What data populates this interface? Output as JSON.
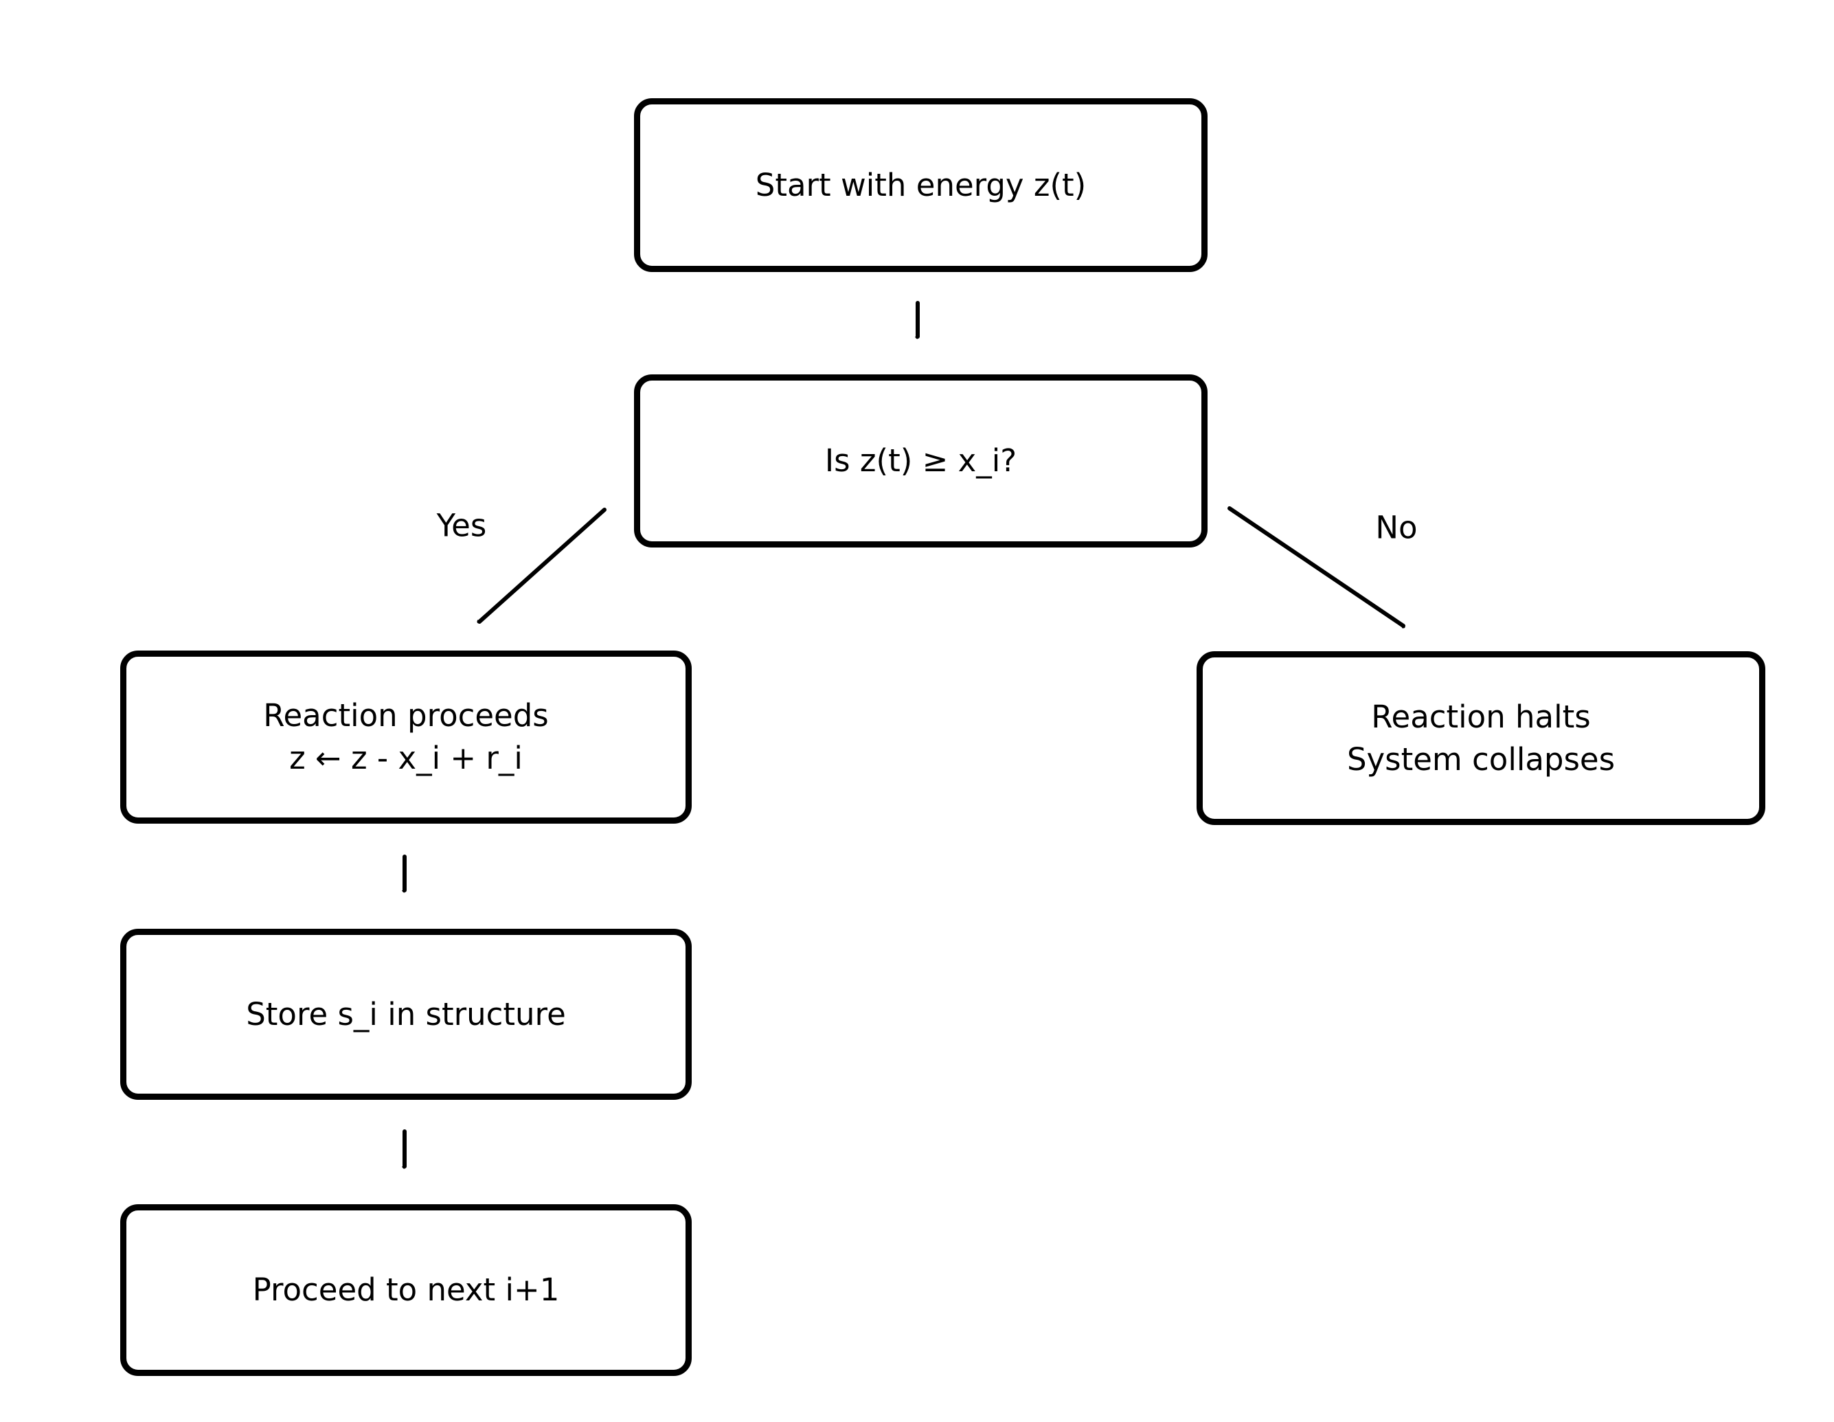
{
  "diagram": {
    "title": "reaction energy flowchart",
    "colors": {
      "background": "#ffffff",
      "stroke": "#000000",
      "text": "#000000"
    },
    "nodes": {
      "start": {
        "label": "Start with energy z(t)"
      },
      "decision": {
        "label": "Is z(t) ≥ x_i?"
      },
      "proceeds": {
        "line1": "Reaction proceeds",
        "line2": "z ← z - x_i + r_i"
      },
      "halts": {
        "line1": "Reaction halts",
        "line2": "System collapses"
      },
      "store": {
        "label": "Store s_i in structure"
      },
      "next": {
        "label": "Proceed to next i+1"
      }
    },
    "edge_labels": {
      "yes": "Yes",
      "no": "No"
    }
  }
}
